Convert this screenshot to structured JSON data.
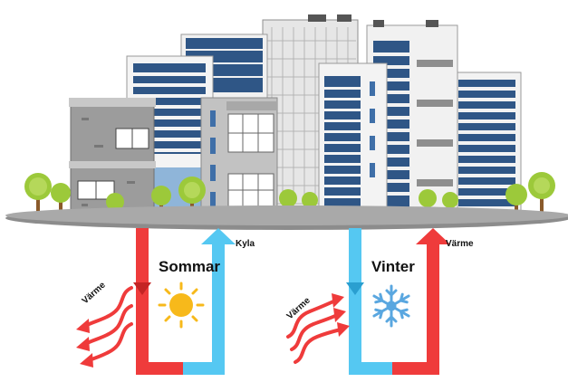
{
  "labels": {
    "summer": "Sommar",
    "winter": "Vinter",
    "cooling": "Kyla",
    "heat_out": "Värme",
    "heat_in": "Värme",
    "heat_up": "Värme"
  },
  "icons": {
    "summer": "sun-icon",
    "winter": "snowflake-icon"
  },
  "colors": {
    "warm": "#ef3b3b",
    "cold": "#55c8f2",
    "ground": "#a9a9a9",
    "ground_dark": "#8c8c8c",
    "sun": "#f7b91b",
    "snow": "#5aa7e0",
    "tree_leaf": "#9cc93a",
    "tree_trunk": "#8a5a2b"
  }
}
